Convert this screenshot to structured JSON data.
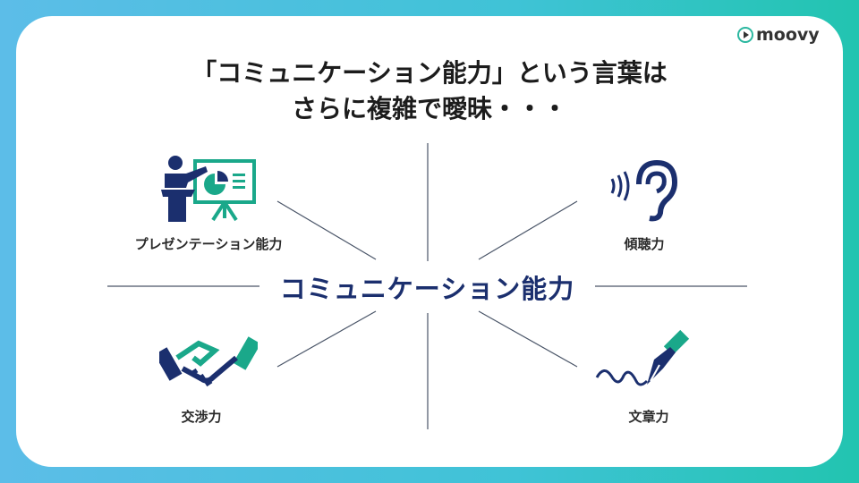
{
  "logo": {
    "text": "moovy"
  },
  "title": {
    "line1": "「コミュニケーション能力」という言葉は",
    "line2": "さらに複雑で曖昧・・・"
  },
  "center": {
    "label": "コミュニケーション能力"
  },
  "skills": [
    {
      "label": "プレゼンテーション能力",
      "icon": "presentation-icon"
    },
    {
      "label": "傾聴力",
      "icon": "ear-icon"
    },
    {
      "label": "交渉力",
      "icon": "handshake-icon"
    },
    {
      "label": "文章力",
      "icon": "fountain-pen-icon"
    }
  ],
  "colors": {
    "navy": "#1b2f6e",
    "teal": "#1aa88a"
  }
}
